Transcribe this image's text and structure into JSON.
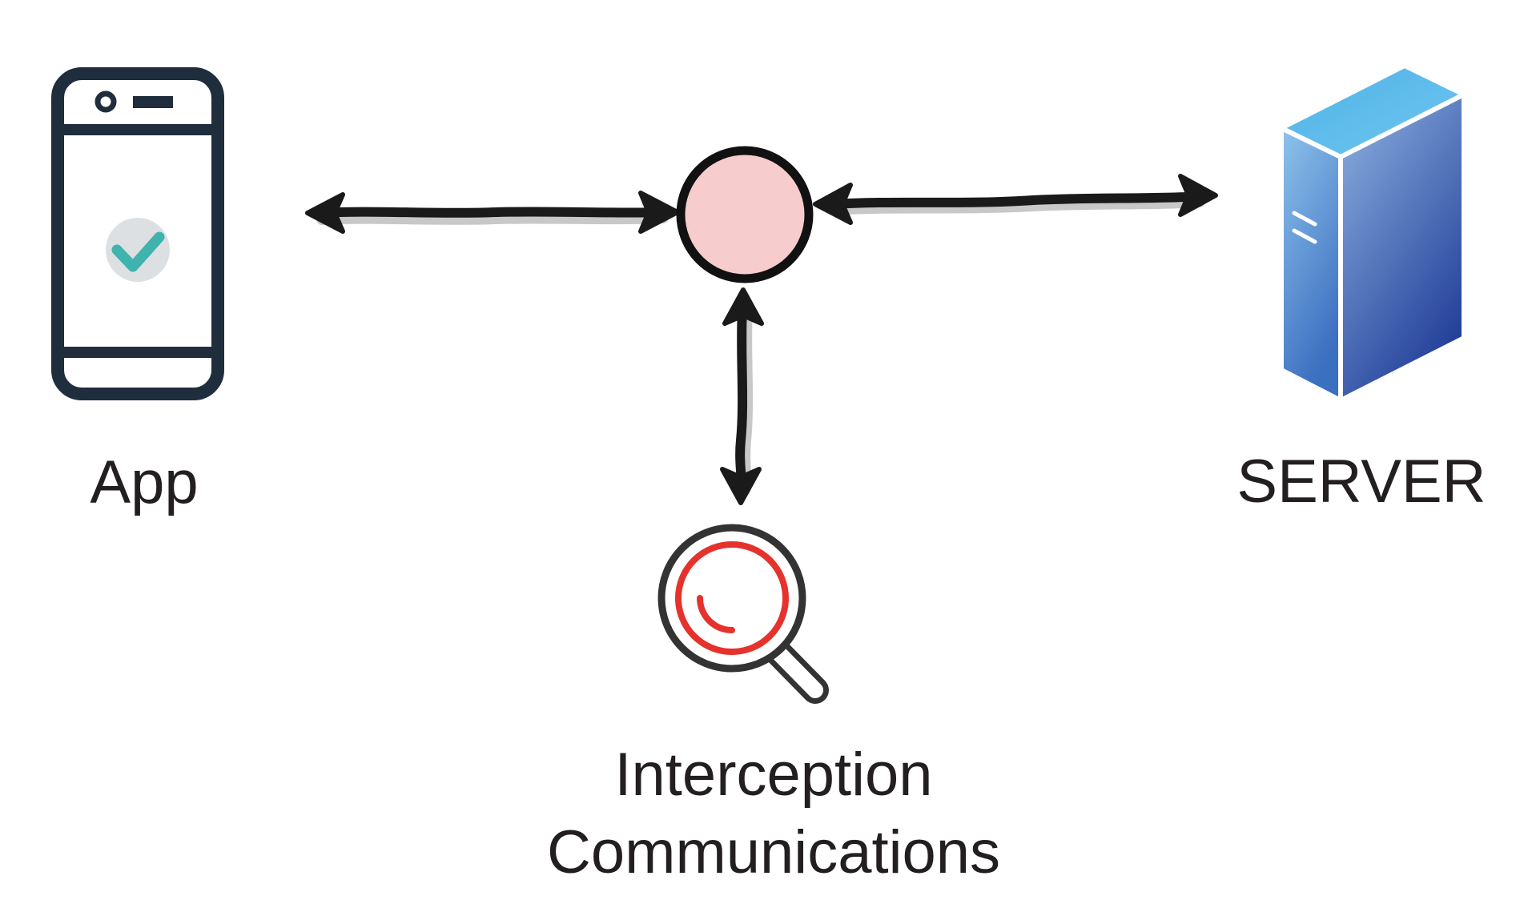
{
  "nodes": {
    "app": {
      "label": "App",
      "icon": "smartphone-icon"
    },
    "interceptor": {
      "icon": "intercept-node-circle",
      "color": "#f6cccc"
    },
    "interception": {
      "label_line1": "Interception",
      "label_line2": "Communications",
      "icon": "magnifier-icon",
      "accent": "#e5322d"
    },
    "server": {
      "label": "SERVER",
      "icon": "server-icon"
    }
  },
  "edges": [
    {
      "from": "app",
      "to": "interceptor",
      "direction": "bidirectional"
    },
    {
      "from": "interceptor",
      "to": "server",
      "direction": "bidirectional"
    },
    {
      "from": "interceptor",
      "to": "interception",
      "direction": "bidirectional"
    }
  ],
  "colors": {
    "outline": "#1f2d3d",
    "arrow": "#1a1a1a",
    "check": "#3fb3ad",
    "check_bg": "#dde0e2",
    "server_top": "#5cb8e8",
    "server_bottom": "#23409a"
  }
}
